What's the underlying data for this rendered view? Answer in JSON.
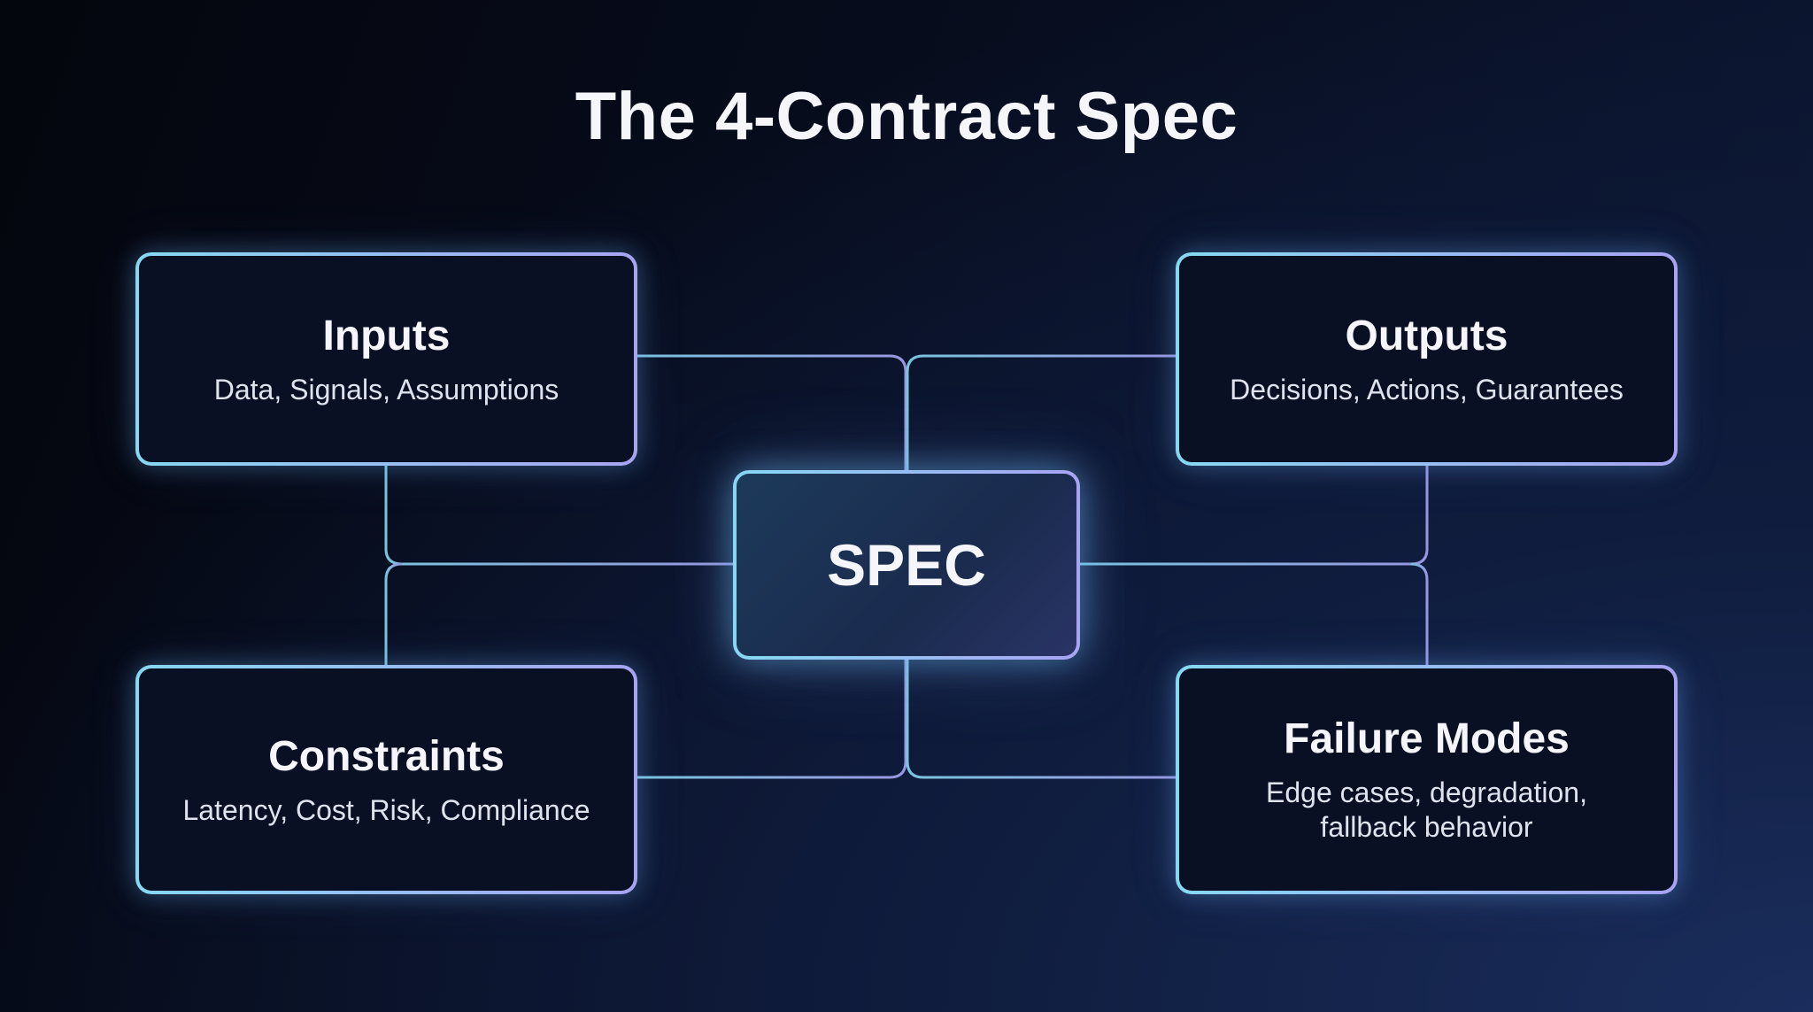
{
  "title": "The 4-Contract Spec",
  "center": {
    "label": "SPEC"
  },
  "contracts": [
    {
      "title": "Inputs",
      "subtitle": "Data, Signals, Assumptions"
    },
    {
      "title": "Outputs",
      "subtitle": "Decisions, Actions, Guarantees"
    },
    {
      "title": "Constraints",
      "subtitle": "Latency, Cost, Risk, Compliance"
    },
    {
      "title": "Failure Modes",
      "subtitle": "Edge cases, degradation,",
      "subtitle2": "fallback behavior"
    }
  ],
  "colors": {
    "line_start": "#86d8f2",
    "line_end": "#a8a4f2",
    "background": "#070c1c"
  }
}
